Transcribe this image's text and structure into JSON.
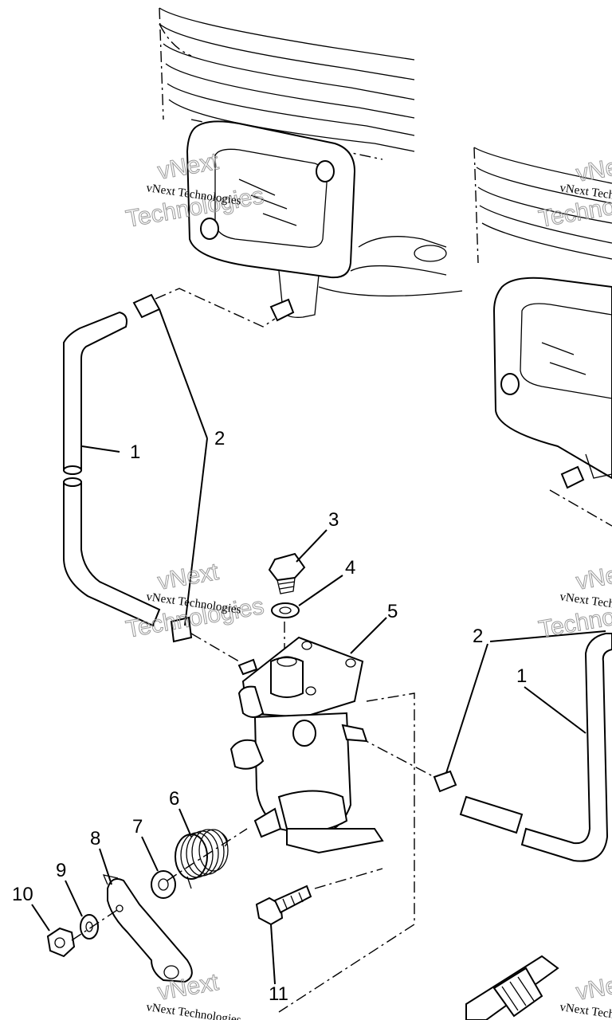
{
  "callouts": {
    "c1a": "1",
    "c2a": "2",
    "c3": "3",
    "c4": "4",
    "c5": "5",
    "c2b": "2",
    "c1b": "1",
    "c6": "6",
    "c7": "7",
    "c8": "8",
    "c9": "9",
    "c10": "10",
    "c11": "11"
  },
  "watermarks": {
    "small_text": "vNext Technologies",
    "big_line1": "vNext",
    "big_line2": "Technologies"
  }
}
